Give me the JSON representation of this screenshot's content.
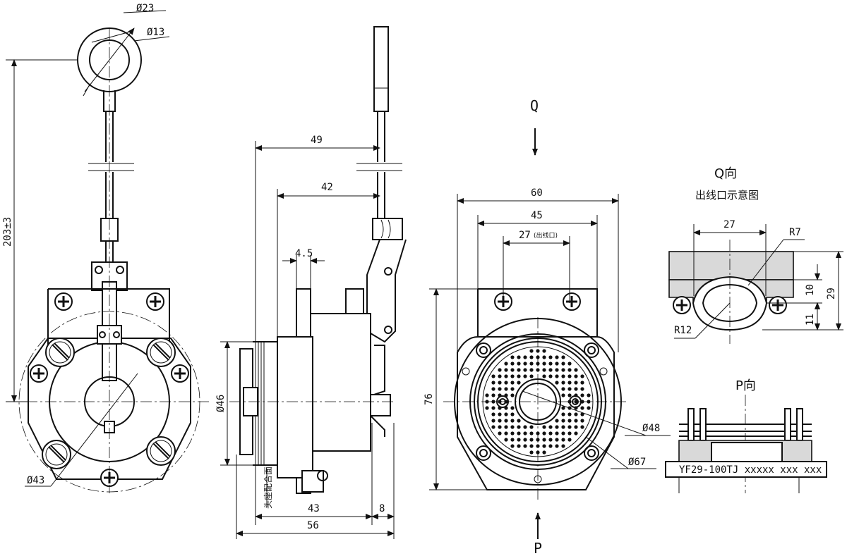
{
  "labels": {
    "ring_outer": "Ø23",
    "ring_inner": "Ø13",
    "total_length": "203±3",
    "body_dia": "Ø43",
    "side_49": "49",
    "side_42": "42",
    "side_4_5": "4.5",
    "side_dia46": "Ø46",
    "side_43": "43",
    "side_8": "8",
    "side_56": "56",
    "mating_face": "头座配合面",
    "front_60": "60",
    "front_45": "45",
    "front_27": "27",
    "front_27_note": "(出线口)",
    "front_76": "76",
    "front_dia48": "Ø48",
    "front_dia67": "Ø67",
    "view_q": "Q",
    "view_p": "P",
    "q_view_title": "Q向",
    "q_view_subtitle": "出线口示意图",
    "q_27": "27",
    "q_r7": "R7",
    "q_r12": "R12",
    "q_10": "10",
    "q_11": "11",
    "q_29": "29",
    "p_view_title": "P向",
    "p_part_no": "YF29-100TJ  xxxxx xxx xxx"
  }
}
